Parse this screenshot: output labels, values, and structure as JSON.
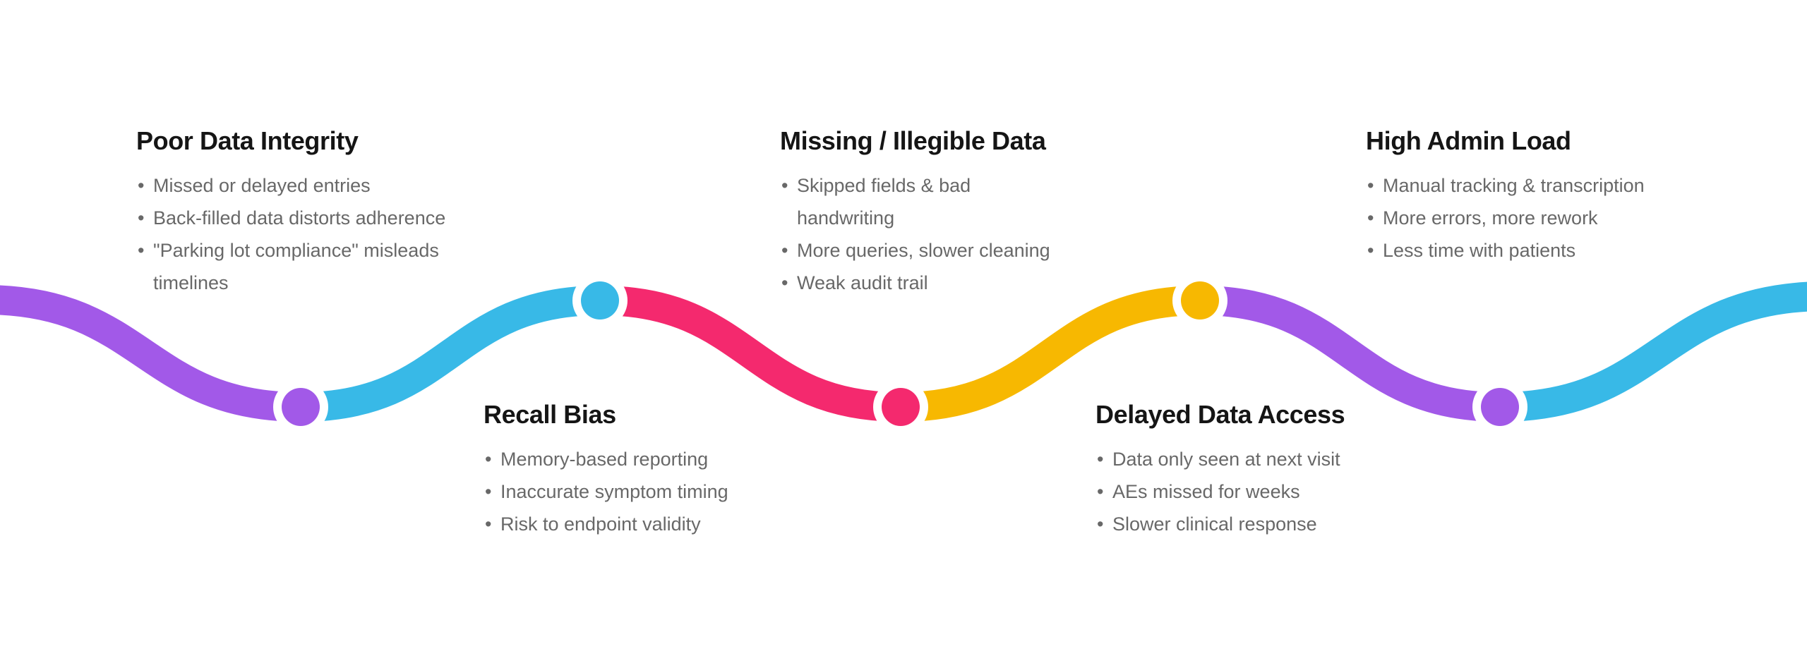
{
  "ui": {
    "bullet_glyph": "•"
  },
  "colors": {
    "background": "#FFFFFF",
    "title_text": "#151515",
    "body_text": "#686868",
    "purple": "#A259E8",
    "cyan": "#38B9E7",
    "pink": "#F4296E",
    "yellow": "#F7B801"
  },
  "timeline": {
    "segment_colors": [
      "#A259E8",
      "#38B9E7",
      "#F4296E",
      "#F7B801",
      "#A259E8",
      "#38B9E7"
    ],
    "milestones": [
      {
        "title": "Poor Data Integrity",
        "position": "top",
        "node_color": "#A259E8",
        "bullets": [
          "Missed or delayed entries",
          "Back-filled data distorts adherence",
          "\"Parking lot compliance\" misleads timelines"
        ]
      },
      {
        "title": "Recall Bias",
        "position": "bottom",
        "node_color": "#38B9E7",
        "bullets": [
          "Memory-based reporting",
          "Inaccurate symptom timing",
          "Risk to endpoint validity"
        ]
      },
      {
        "title": "Missing / Illegible Data",
        "position": "top",
        "node_color": "#F4296E",
        "bullets": [
          "Skipped fields & bad handwriting",
          "More queries, slower cleaning",
          "Weak audit trail"
        ]
      },
      {
        "title": "Delayed Data Access",
        "position": "bottom",
        "node_color": "#F7B801",
        "bullets": [
          "Data only seen at next visit",
          "AEs missed for weeks",
          "Slower clinical response"
        ]
      },
      {
        "title": "High Admin Load",
        "position": "top",
        "node_color": "#A259E8",
        "bullets": [
          "Manual tracking & transcription",
          "More errors, more rework",
          "Less time with patients"
        ]
      }
    ]
  }
}
